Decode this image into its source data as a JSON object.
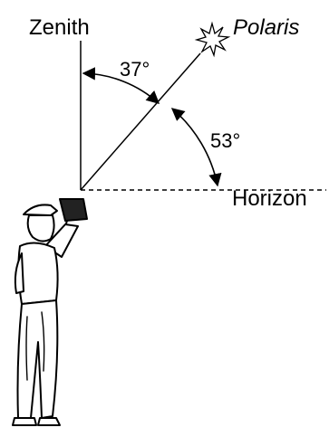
{
  "labels": {
    "zenith": "Zenith",
    "polaris": "Polaris",
    "horizon": "Horizon",
    "angle_to_zenith": "37°",
    "angle_to_horizon": "53°"
  },
  "angles_deg": {
    "from_zenith": 37,
    "above_horizon": 53
  },
  "colors": {
    "ink": "#000000",
    "background": "#ffffff"
  },
  "icons": {
    "star": "polaris-star-icon",
    "observer": "observer-with-sextant-icon"
  }
}
